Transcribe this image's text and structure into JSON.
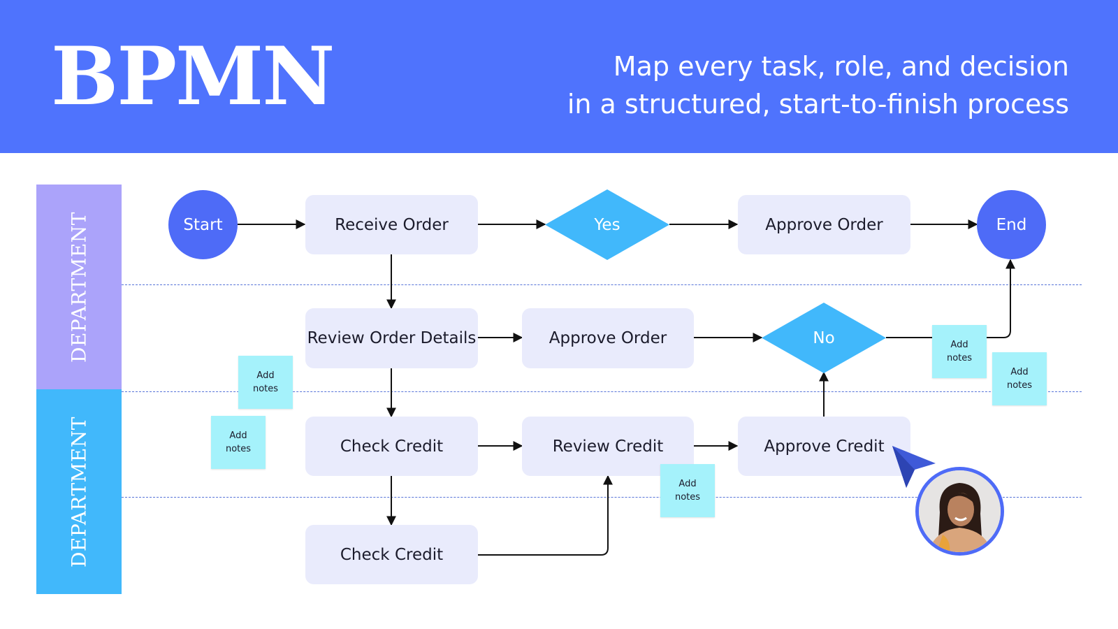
{
  "header": {
    "title": "BPMN",
    "tagline_line1": "Map every task, role, and decision",
    "tagline_line2": "in a structured, start-to-finish process"
  },
  "lanes": [
    {
      "label": "DEPARTMENT"
    },
    {
      "label": "DEPARTMENT"
    }
  ],
  "events": {
    "start": "Start",
    "end": "End"
  },
  "tasks": {
    "receive_order": "Receive Order",
    "approve_order_top": "Approve Order",
    "review_order_details": "Review Order Details",
    "approve_order_mid": "Approve Order",
    "check_credit_1": "Check Credit",
    "review_credit": "Review Credit",
    "approve_credit": "Approve Credit",
    "check_credit_2": "Check Credit"
  },
  "gateways": {
    "yes": "Yes",
    "no": "No"
  },
  "notes": [
    {
      "line1": "Add",
      "line2": "notes"
    },
    {
      "line1": "Add",
      "line2": "notes"
    },
    {
      "line1": "Add",
      "line2": "notes"
    },
    {
      "line1": "Add",
      "line2": "notes"
    },
    {
      "line1": "Add",
      "line2": "notes"
    }
  ],
  "colors": {
    "header_bg": "#4f73fd",
    "lane_1": "#aba3fa",
    "lane_2": "#41b8fb",
    "task_bg": "#e9ebfc",
    "event": "#4e6bf7",
    "gateway": "#41b8fb",
    "note": "#a5f2fb",
    "divider": "#5673d8"
  },
  "icons": {
    "cursor": "pointer-cursor-icon",
    "avatar": "user-avatar"
  }
}
